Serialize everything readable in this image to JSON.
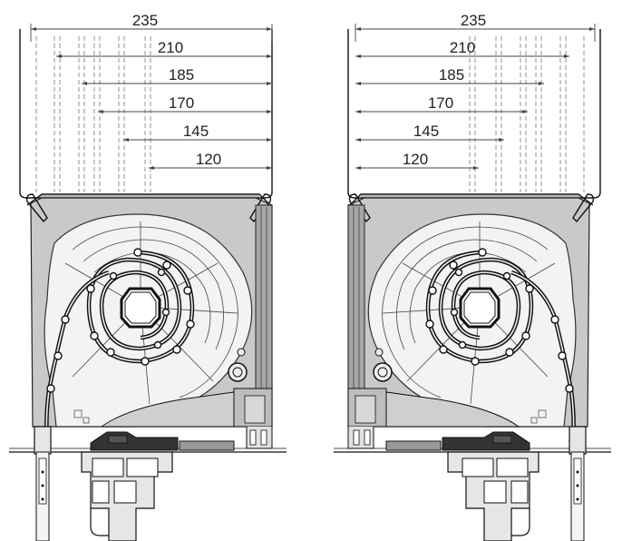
{
  "title": "",
  "views": [
    {
      "id": "left",
      "side": "left",
      "dimensions": [
        "235",
        "210",
        "185",
        "170",
        "145",
        "120"
      ]
    },
    {
      "id": "right",
      "side": "right",
      "dimensions": [
        "235",
        "210",
        "185",
        "170",
        "145",
        "120"
      ]
    }
  ],
  "colors": {
    "shell": "#c9c9c9",
    "line": "#111111",
    "background": "#ffffff"
  }
}
